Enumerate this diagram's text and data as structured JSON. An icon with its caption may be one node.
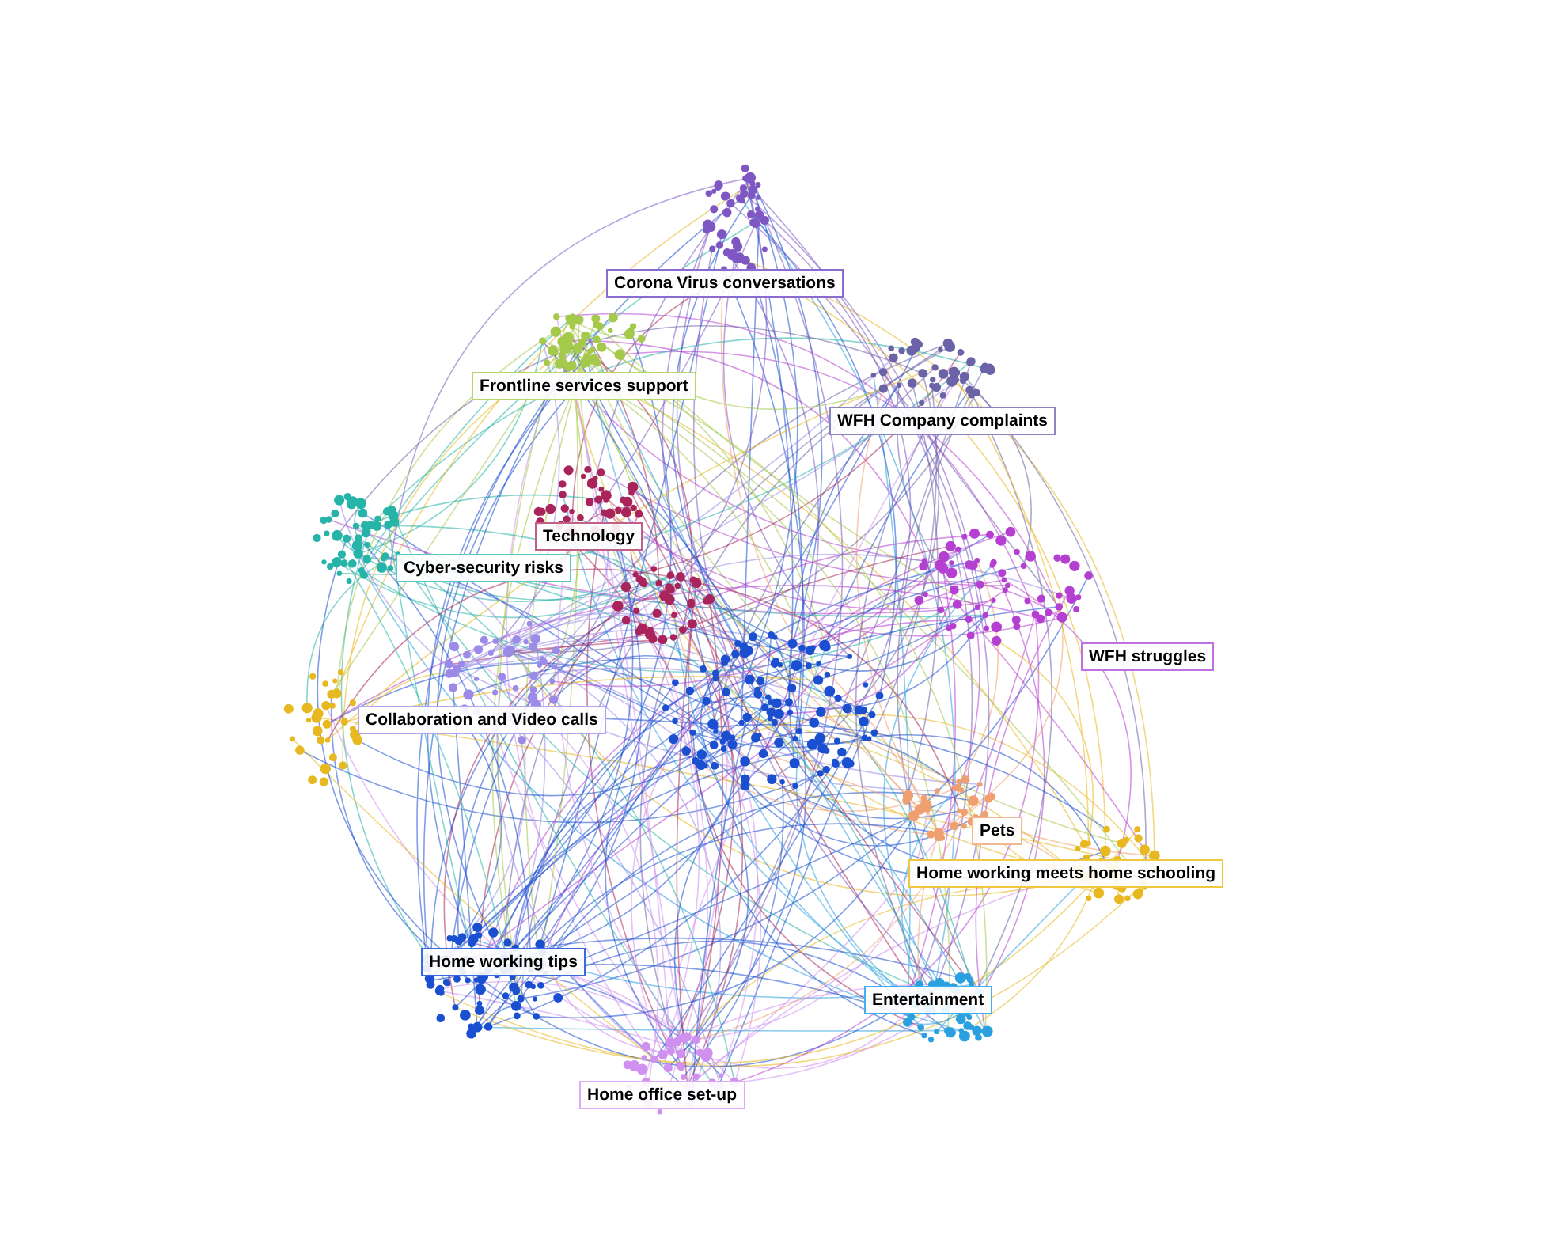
{
  "diagram": {
    "nodes": [
      {
        "text": [
          "Corona Virus conversations"
        ]
      },
      {
        "text": [
          "Frontline services support"
        ]
      },
      {
        "text": [
          "WFH Company complaints"
        ]
      },
      {
        "text": [
          "Technology"
        ]
      },
      {
        "text": [
          "Cyber-security risks"
        ]
      },
      {
        "text": [
          "WFH struggles"
        ]
      },
      {
        "text": [
          "Collaboration and Video calls"
        ]
      },
      {
        "text": [
          "Pets"
        ]
      },
      {
        "text": [
          "Home working meets home schooling"
        ]
      },
      {
        "text": [
          "Home working tips"
        ]
      },
      {
        "text": [
          "Entertainment"
        ]
      },
      {
        "text": [
          "Home office set-up"
        ]
      }
    ]
  }
}
